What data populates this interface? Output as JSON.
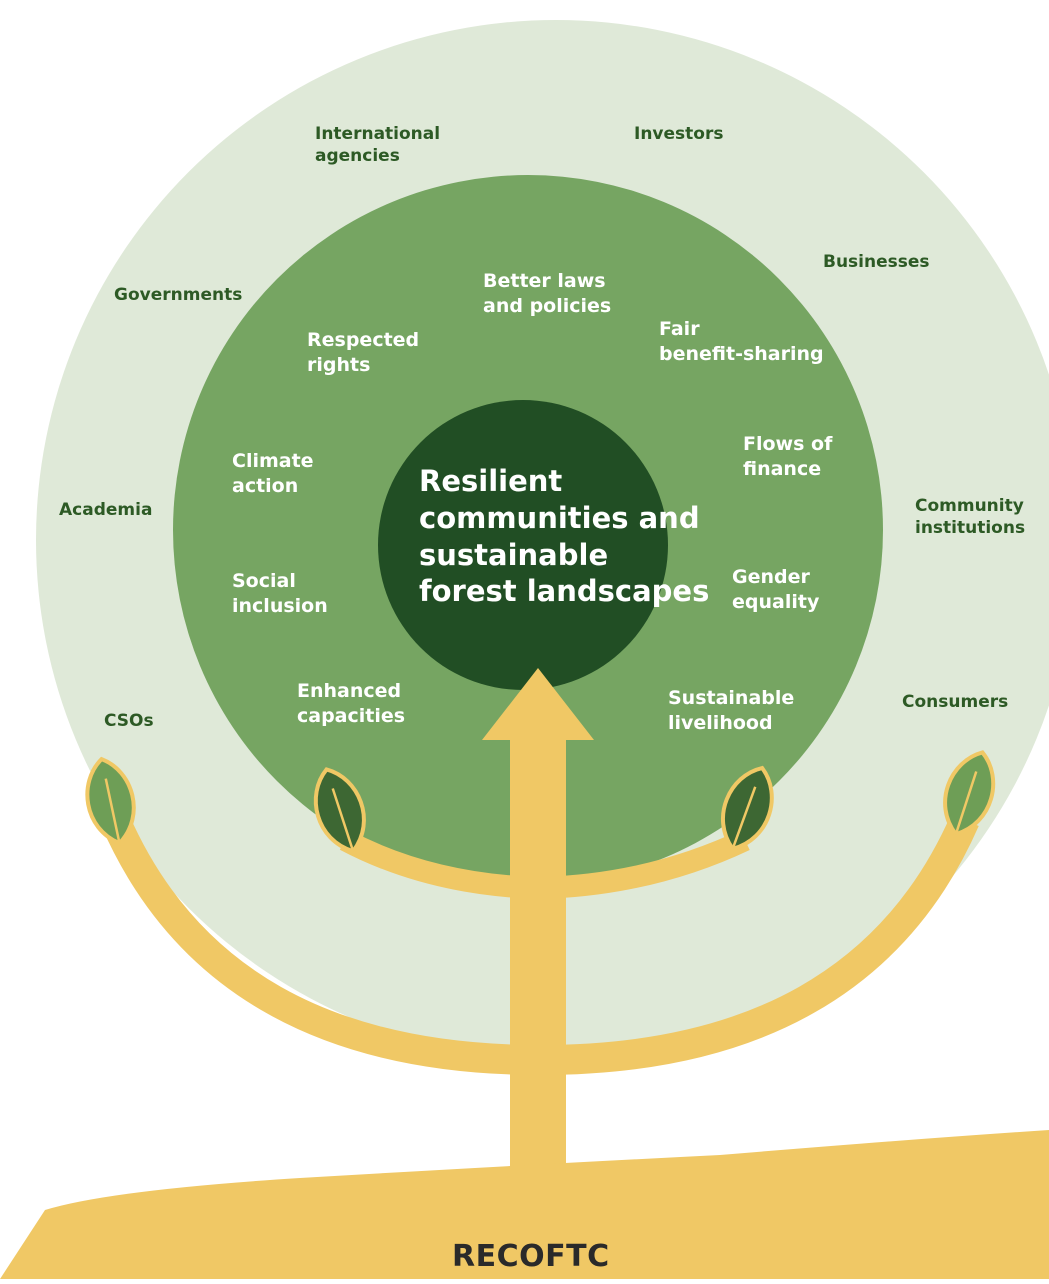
{
  "core": {
    "text": "Resilient\ncommunities and\nsustainable\nforest landscapes"
  },
  "base": {
    "label": "RECOFTC"
  },
  "outer_ring": {
    "international_agencies": "International\nagencies",
    "investors": "Investors",
    "governments": "Governments",
    "businesses": "Businesses",
    "academia": "Academia",
    "community_institutions": "Community\ninstitutions",
    "csos": "CSOs",
    "consumers": "Consumers"
  },
  "inner_ring": {
    "better_laws": "Better laws\nand policies",
    "respected_rights": "Respected\nrights",
    "fair_benefit": "Fair\nbenefit-sharing",
    "climate_action": "Climate\naction",
    "flows_of_finance": "Flows of\nfinance",
    "social_inclusion": "Social\ninclusion",
    "gender_equality": "Gender\nequality",
    "enhanced_capacities": "Enhanced\ncapacities",
    "sustainable_livelihood": "Sustainable\nlivelihood"
  },
  "colors": {
    "outer_ring": "#dfe9d8",
    "inner_ring": "#76a562",
    "core": "#214e24",
    "trunk": "#f0c865",
    "leaf_light": "#6e9e56",
    "leaf_dark": "#3d6733"
  }
}
